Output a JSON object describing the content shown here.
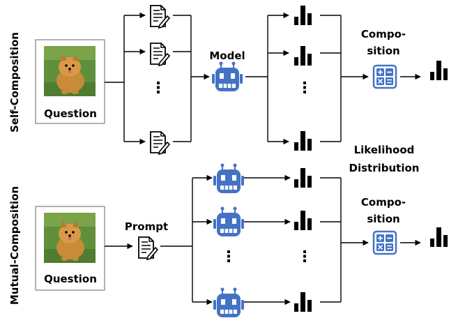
{
  "sections": {
    "self": {
      "label": "Self-Composition"
    },
    "mutual": {
      "label": "Mutual-Composition"
    }
  },
  "labels": {
    "question_top": "Question",
    "question_bottom": "Question",
    "model": "Model",
    "prompt": "Prompt",
    "composition_top_line1": "Compo-",
    "composition_top_line2": "sition",
    "composition_bottom_line1": "Compo-",
    "composition_bottom_line2": "sition",
    "likelihood_line1": "Likelihood",
    "likelihood_line2": "Distribution",
    "ellipsis": "⋮"
  },
  "colors": {
    "robot": "#4472c4",
    "calculator": "#4472c4",
    "line": "#000000",
    "dog_fur": "#c98a3a",
    "grass": "#5f8f3a"
  },
  "icons": {
    "document": "document-edit-icon",
    "robot": "robot-icon",
    "bar": "bar-chart-icon",
    "calculator": "calculator-icon",
    "photo": "dog-photo"
  }
}
